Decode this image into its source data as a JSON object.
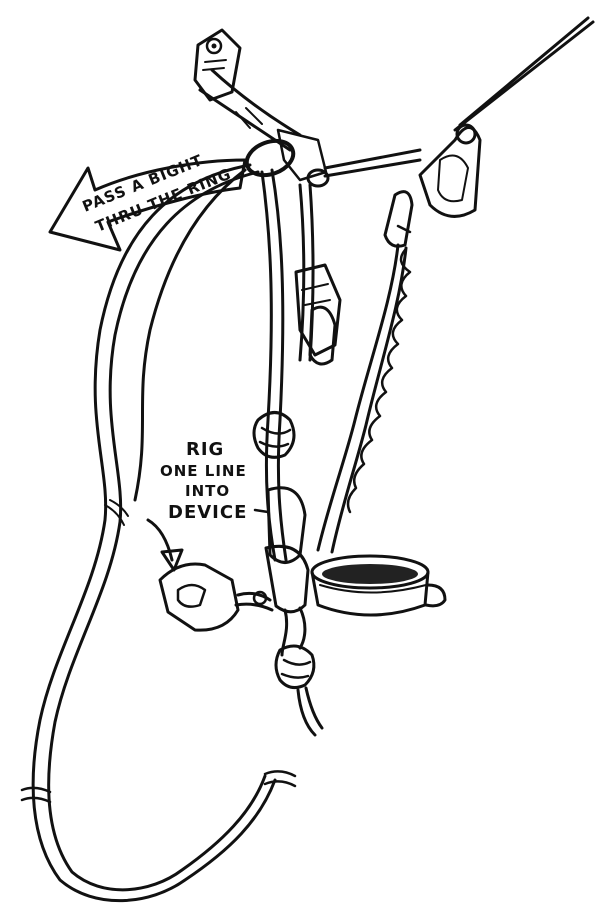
{
  "annotations": {
    "pass_bight_line1": "PASS A BIGHT",
    "pass_bight_line2": "THRU THE RING",
    "rig_line1": "RIG",
    "rig_line2": "ONE LINE",
    "rig_line3": "INTO",
    "rig_line4": "DEVICE"
  },
  "colors": {
    "ink": "#111111",
    "paper": "#ffffff",
    "dark_fill": "#222222"
  }
}
